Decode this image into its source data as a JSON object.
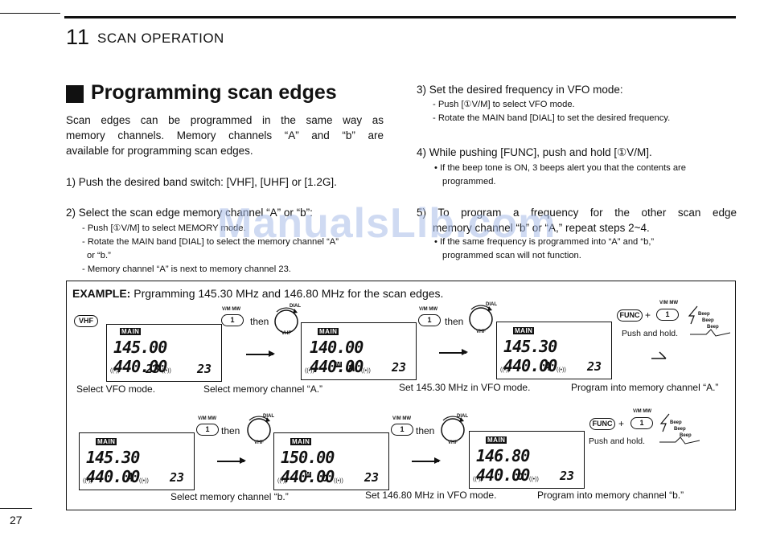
{
  "header": {
    "chapter_number": "11",
    "chapter_title": "SCAN OPERATION"
  },
  "section": {
    "title": "Programming scan edges"
  },
  "intro": [
    "Scan edges can be programmed in the same way as",
    "memory channels.  Memory channels “A” and “b” are",
    "available for programming scan edges."
  ],
  "steps": {
    "s1": {
      "text": "1)  Push the desired band switch: [VHF], [UHF] or [1.2G]."
    },
    "s2": {
      "text": "2)  Select the scan edge memory channel “A” or “b”:",
      "bullets": [
        "- Push [①V/M] to select MEMORY mode.",
        "- Rotate the MAIN band [DIAL] to select the memory channel “A”",
        "  or “b.”",
        "- Memory channel “A” is next to memory channel 23."
      ]
    },
    "s3": {
      "text": "3)  Set the desired frequency in VFO mode:",
      "bullets": [
        "- Push [①V/M] to select VFO mode.",
        "- Rotate the MAIN band [DIAL] to set the desired frequency."
      ]
    },
    "s4": {
      "text": "4)  While pushing [FUNC], push and hold [①V/M].",
      "bullets": [
        "• If the beep tone is ON, 3 beeps alert you that the contents are",
        "  programmed."
      ]
    },
    "s5": {
      "lines": [
        "5)  To program a frequency for the other scan edge",
        "memory channel “b” or “A,” repeat steps 2~4.",
        "• If the same frequency is programmed into “A” and “b,”",
        "  programmed scan will not function."
      ]
    }
  },
  "watermark": "ManualsLib.com",
  "example": {
    "label": "EXAMPLE:",
    "title": " Prgramming 145.30 MHz and 146.80 MHz for the scan edges.",
    "buttons": {
      "vhf": "VHF",
      "v1": "1",
      "func": "FUNC",
      "then": "then",
      "plus": "+",
      "vm_mw": "V/M MW",
      "dial": "DIAL",
      "vhf_small": "VHF",
      "beep": "Beep"
    },
    "row1": {
      "displays": [
        {
          "freq": "145.00 440.00",
          "ch": "23",
          "ch2": "23"
        },
        {
          "freq": "140.00 440.00",
          "ch": "A",
          "ch2": "23"
        },
        {
          "freq": "145.30 440.00",
          "ch": "A",
          "ch2": "23"
        }
      ],
      "captions": [
        "Select VFO mode.",
        "Select memory channel “A.”",
        "Set 145.30 MHz in VFO mode.",
        "Program into memory channel “A.”"
      ],
      "push_hold": "Push and hold."
    },
    "row2": {
      "displays": [
        {
          "freq": "145.30 440.00",
          "ch": "A",
          "ch2": "23"
        },
        {
          "freq": "150.00 440.00",
          "ch": "b",
          "ch2": "23"
        },
        {
          "freq": "146.80 440.00",
          "ch": "b",
          "ch2": "23"
        }
      ],
      "captions": [
        "Select memory channel “b.”",
        "Set 146.80 MHz in VFO mode.",
        "Program into memory channel “b.”"
      ],
      "push_hold": "Push and hold."
    },
    "main_badge": "MAIN"
  },
  "footer": {
    "page_number": "27"
  }
}
